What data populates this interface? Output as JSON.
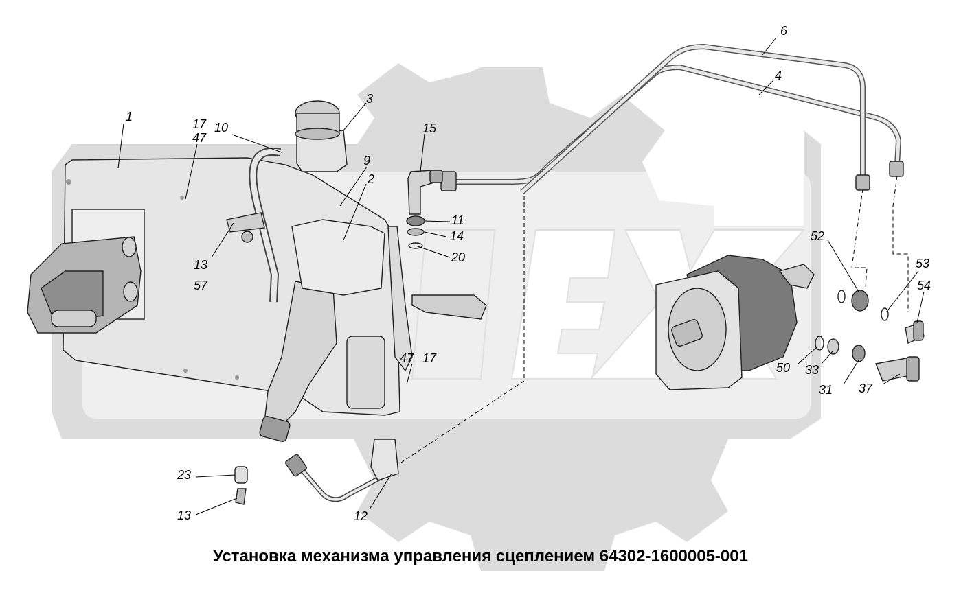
{
  "caption": "Установка механизма управления сцеплением 64302-1600005-001",
  "callouts": {
    "c1": "1",
    "c2": "2",
    "c3": "3",
    "c4": "4",
    "c6": "6",
    "c9": "9",
    "c10": "10",
    "c11": "11",
    "c12": "12",
    "c13a": "13",
    "c13b": "13",
    "c14": "14",
    "c15": "15",
    "c17a": "17",
    "c17b": "17",
    "c20": "20",
    "c23": "23",
    "c31": "31",
    "c33": "33",
    "c37": "37",
    "c47a": "47",
    "c47b": "47",
    "c50": "50",
    "c52": "52",
    "c53": "53",
    "c54": "54",
    "c57": "57"
  },
  "colors": {
    "watermark": "#dcdcdc",
    "part_fill": "#e6e6e6",
    "part_dark": "#9a9a9a",
    "line": "#000000"
  }
}
